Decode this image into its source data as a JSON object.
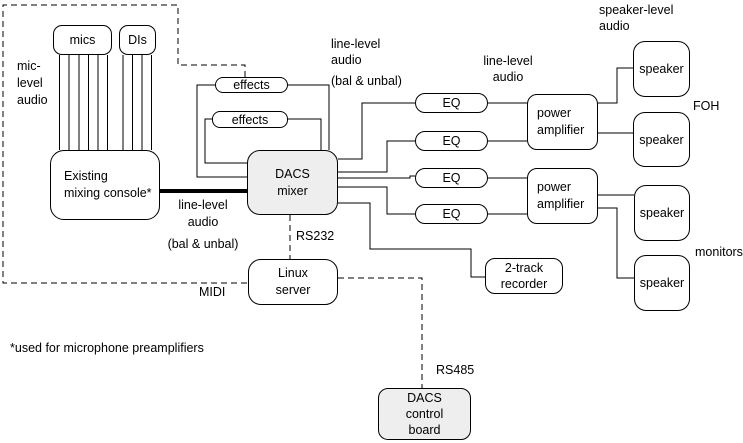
{
  "nodes": {
    "mics": {
      "label": "mics"
    },
    "dis": {
      "label": "DIs"
    },
    "mixing_console": {
      "lines": [
        "Existing",
        "mixing console*"
      ]
    },
    "effects_1": {
      "label": "effects"
    },
    "effects_2": {
      "label": "effects"
    },
    "dacs_mixer": {
      "lines": [
        "DACS",
        "mixer"
      ]
    },
    "eq_1": {
      "label": "EQ"
    },
    "eq_2": {
      "label": "EQ"
    },
    "eq_3": {
      "label": "EQ"
    },
    "eq_4": {
      "label": "EQ"
    },
    "power_amp_1": {
      "lines": [
        "power",
        "amplifier"
      ]
    },
    "power_amp_2": {
      "lines": [
        "power",
        "amplifier"
      ]
    },
    "recorder": {
      "lines": [
        "2-track",
        "recorder"
      ]
    },
    "linux_server": {
      "lines": [
        "Linux",
        "server"
      ]
    },
    "dacs_control_board": {
      "lines": [
        "DACS",
        "control",
        "board"
      ]
    },
    "speaker_1": {
      "label": "speaker"
    },
    "speaker_2": {
      "label": "speaker"
    },
    "speaker_3": {
      "label": "speaker"
    },
    "speaker_4": {
      "label": "speaker"
    }
  },
  "labels": {
    "mic_level_audio": {
      "lines": [
        "mic-",
        "level",
        "audio"
      ]
    },
    "line_level_audio_console": {
      "lines": [
        "line-level",
        "audio",
        "(bal & unbal)"
      ]
    },
    "line_level_audio_mixer": {
      "lines": [
        "line-level",
        "audio",
        "(bal & unbal)"
      ]
    },
    "line_level_audio_eq": {
      "lines": [
        "line-level",
        "audio"
      ]
    },
    "speaker_level_audio": {
      "lines": [
        "speaker-level",
        "audio"
      ]
    },
    "foh": "FOH",
    "monitors": "monitors",
    "rs232": "RS232",
    "midi": "MIDI",
    "rs485": "RS485",
    "footnote": "*used for microphone preamplifiers"
  },
  "colors": {
    "background": "#ffffff",
    "line": "#000000",
    "box_fill": "#ffffff",
    "dacs_module_fill": "#eeeeee"
  }
}
